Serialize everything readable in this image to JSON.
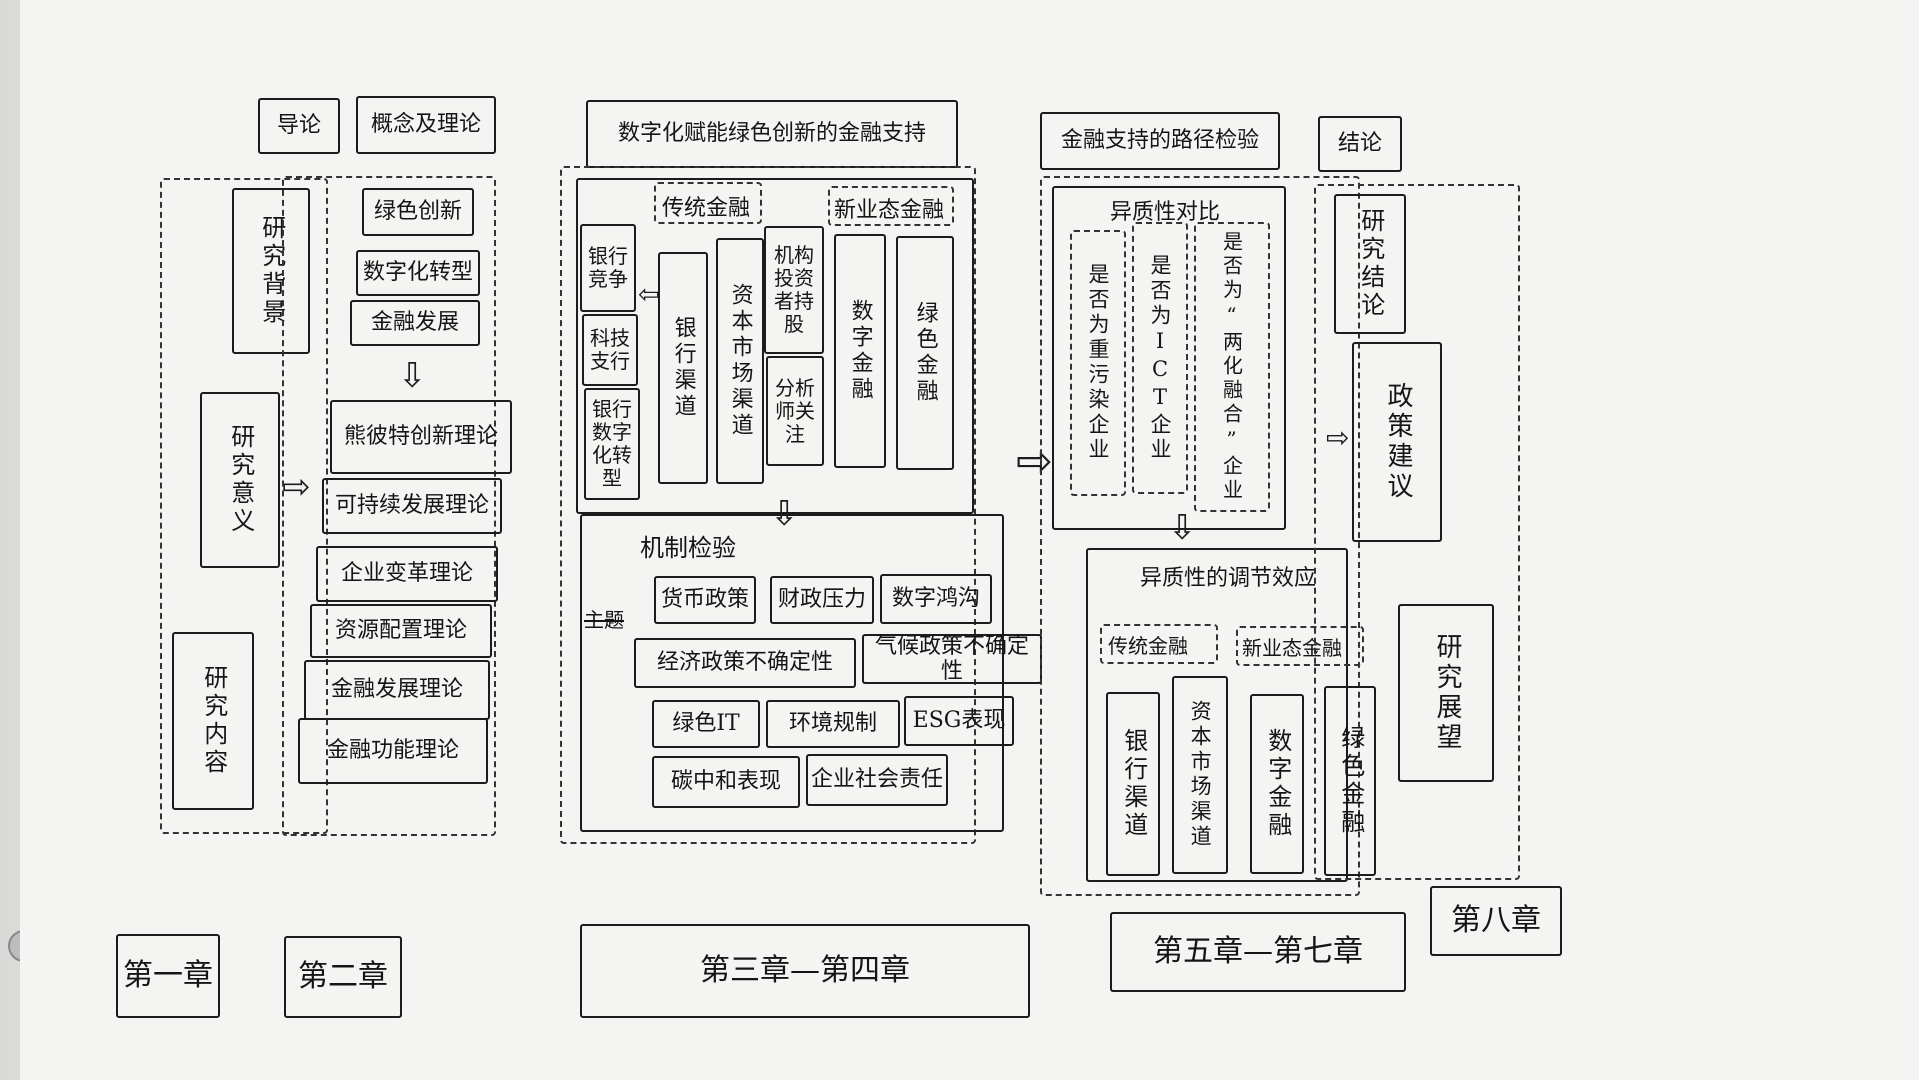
{
  "headers": {
    "intro": "导论",
    "concept": "概念及理论",
    "digital": "数字化赋能绿色创新的金融支持",
    "path": "金融支持的路径检验",
    "conclusion": "结论"
  },
  "col1": {
    "background": "研究背景",
    "significance": "研究意义",
    "content": "研究内容"
  },
  "col2": {
    "items_top": [
      "绿色创新",
      "数字化转型",
      "金融发展"
    ],
    "theories": [
      "熊彼特创新理论",
      "可持续发展理论",
      "企业变革理论",
      "资源配置理论",
      "金融发展理论",
      "金融功能理论"
    ]
  },
  "col3": {
    "traditional": "传统金融",
    "new_format": "新业态金融",
    "bank_competition": "银行竞争",
    "tech_bank": "科技支行",
    "bank_digital": "银行数字化转型",
    "bank_channel": "银行渠道",
    "capital_channel": "资本市场渠道",
    "institutional": "机构投资者持股",
    "analyst": "分析师关注",
    "digital_finance": "数字金融",
    "green_finance": "绿色金融",
    "mechanism": "机制检验",
    "mechanism_side": "主题",
    "row1": [
      "货币政策",
      "财政压力",
      "数字鸿沟"
    ],
    "row2": [
      "经济政策不确定性",
      "气候政策不确定性"
    ],
    "row3": [
      "绿色IT",
      "环境规制",
      "ESG表现"
    ],
    "row4": [
      "碳中和表现",
      "企业社会责任"
    ]
  },
  "col4": {
    "heterogeneity": "异质性对比",
    "hetero_items": [
      "是否为重污染企业",
      "是否为ICT企业",
      "是否为“两化融合”企业"
    ],
    "moderation": "异质性的调节效应",
    "traditional": "传统金融",
    "new_format": "新业态金融",
    "channels": [
      "银行渠道",
      "资本市场渠道",
      "数字金融",
      "绿色金融"
    ]
  },
  "col5": {
    "conclusion": "研究结论",
    "policy": "政策建议",
    "outlook": "研究展望"
  },
  "chapters": {
    "ch1": "第一章",
    "ch2": "第二章",
    "ch3": "第三章—第四章",
    "ch5": "第五章—第七章",
    "ch8": "第八章"
  }
}
